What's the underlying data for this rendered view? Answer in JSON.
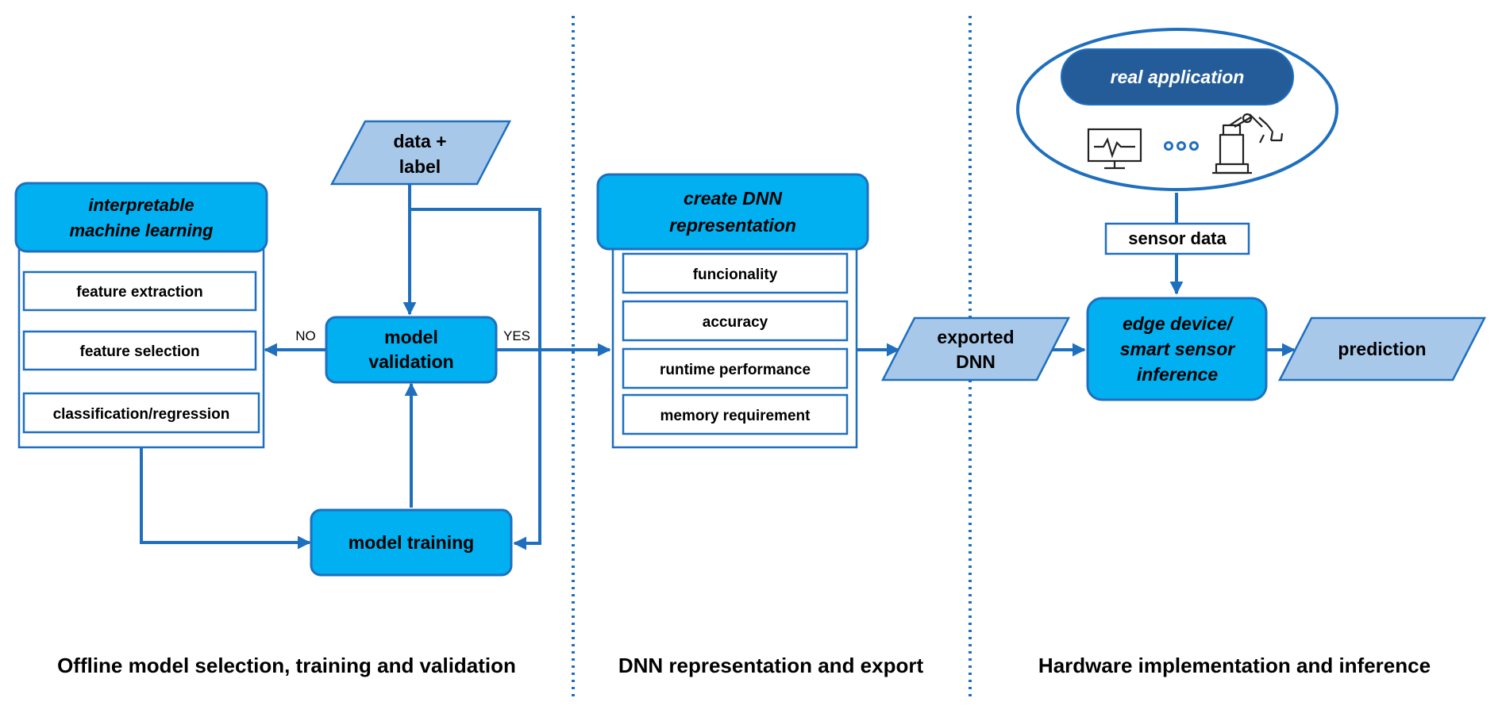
{
  "colors": {
    "stroke": "#1f6fbf",
    "box_fill": "#00b0f0",
    "para_fill": "#a8c8ea",
    "dark_pill": "#245c99",
    "white": "#ffffff",
    "text": "#000000"
  },
  "sections": {
    "left": "Offline model selection, training and validation",
    "middle": "DNN representation and export",
    "right": "Hardware implementation and inference"
  },
  "interpretable": {
    "title_line1": "interpretable",
    "title_line2": "machine learning",
    "steps": [
      "feature extraction",
      "feature selection",
      "classification/regression"
    ]
  },
  "data_label": {
    "line1": "data +",
    "line2": "label"
  },
  "model_validation": {
    "line1": "model",
    "line2": "validation"
  },
  "decision": {
    "no": "NO",
    "yes": "YES"
  },
  "model_training": "model training",
  "dnn": {
    "title_line1": "create DNN",
    "title_line2": "representation",
    "criteria": [
      "funcionality",
      "accuracy",
      "runtime performance",
      "memory requirement"
    ]
  },
  "exported": {
    "line1": "exported",
    "line2": "DNN"
  },
  "real_application": {
    "label": "real application",
    "icons": [
      "monitor-waveform-icon",
      "ellipsis-dots-icon",
      "robot-arm-icon"
    ]
  },
  "sensor_data": "sensor data",
  "edge": {
    "line1": "edge device/",
    "line2": "smart sensor",
    "line3": "inference"
  },
  "prediction": "prediction"
}
